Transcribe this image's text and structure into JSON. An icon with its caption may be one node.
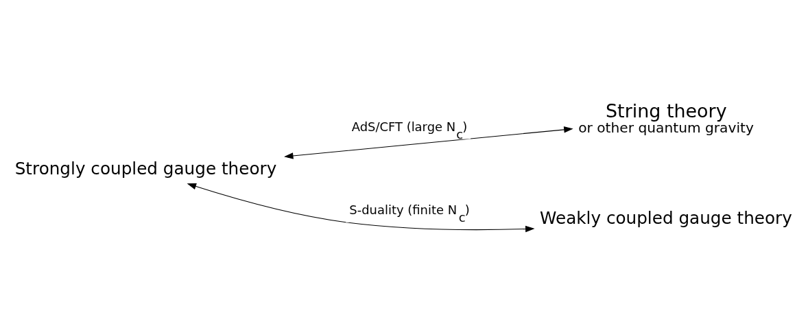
{
  "diagram": {
    "nodes": [
      {
        "text": [
          "Strongly coupled gauge theory"
        ]
      },
      {
        "text": [
          "String theory",
          "or other quantum gravity"
        ]
      },
      {
        "text": [
          "Weakly coupled gauge theory"
        ]
      }
    ],
    "edges": [
      {
        "from": 0,
        "to": 1,
        "arrow": "both",
        "label": "AdS/CFT (large N$_{c}$)"
      },
      {
        "from": 0,
        "to": 2,
        "arrow": "both",
        "label": "S-duality (finite N$_{c}$)"
      }
    ]
  }
}
